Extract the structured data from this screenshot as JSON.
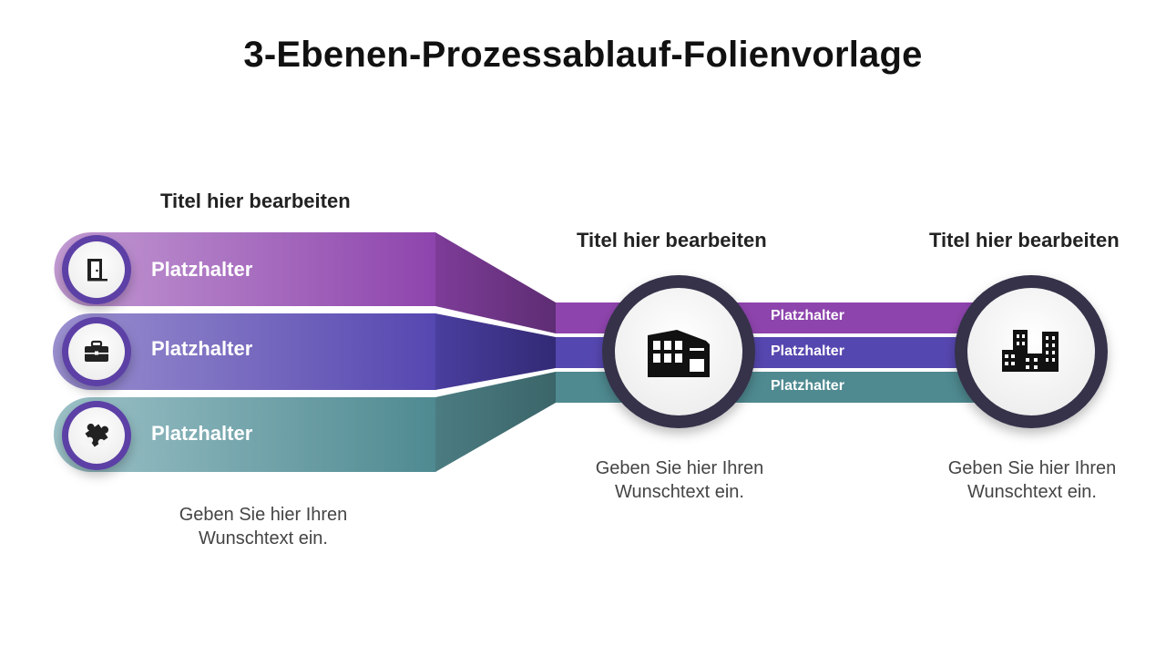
{
  "slide": {
    "title": "3-Ebenen-Prozessablauf-Folienvorlage"
  },
  "stage1": {
    "heading": "Titel hier bearbeiten",
    "description": "Geben Sie hier Ihren\nWunschtext ein.",
    "bands": [
      {
        "label": "Platzhalter",
        "icon": "door-icon",
        "color": "#9b59b6"
      },
      {
        "label": "Platzhalter",
        "icon": "briefcase-icon",
        "color": "#5b4fb5"
      },
      {
        "label": "Platzhalter",
        "icon": "puzzle-icon",
        "color": "#4f8a91"
      }
    ]
  },
  "stage2": {
    "heading": "Titel hier bearbeiten",
    "description": "Geben Sie hier Ihren\nWunschtext ein.",
    "icon": "factory-icon",
    "lanes": [
      {
        "label": "Platzhalter",
        "color": "#8e44ad"
      },
      {
        "label": "Platzhalter",
        "color": "#5547b0"
      },
      {
        "label": "Platzhalter",
        "color": "#4f8a91"
      }
    ]
  },
  "stage3": {
    "heading": "Titel hier bearbeiten",
    "description": "Geben Sie hier Ihren\nWunschtext ein.",
    "icon": "buildings-icon"
  }
}
